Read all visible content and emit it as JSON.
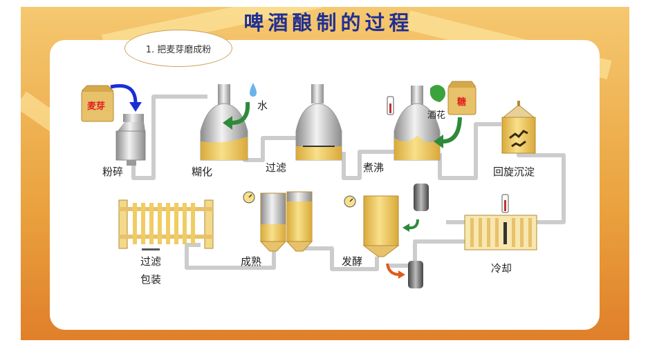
{
  "title": "啤酒酿制的过程",
  "bubble": "1. 把麦芽磨成粉",
  "labels": {
    "maiya": "麦芽",
    "tang": "糖",
    "shui": "水",
    "jiuhua": "酒花",
    "fensui": "粉碎",
    "hunhua": "糊化",
    "guolv1": "过滤",
    "zhufei": "煮沸",
    "huixuan": "回旋沉淀",
    "guolv2": "过滤",
    "baozhuang": "包装",
    "chengshu": "成熟",
    "fajiao": "发酵",
    "lengque": "冷却"
  },
  "colors": {
    "background": "#ffffff",
    "title": "#1f2f93",
    "pipe": "#c8c8c8",
    "beer": "#f0cd62",
    "tank": "#d9d9d9",
    "arrow_green": "#2d8a3a",
    "arrow_blue": "#1a2fd6",
    "arrow_orange": "#e05a1a"
  }
}
